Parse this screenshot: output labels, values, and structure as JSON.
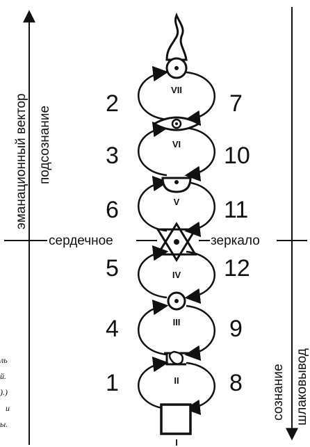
{
  "left_axis": {
    "label_outer": "эманационный вектор",
    "label_inner": "подсознание"
  },
  "right_axis": {
    "label_outer": "сознание",
    "label_inner": "шлаковывод"
  },
  "horizontal_line": {
    "left_word": "сердечное",
    "right_word": "зеркало"
  },
  "chakras": [
    {
      "numeral": "VII",
      "symbol": "crown-flame-icon"
    },
    {
      "numeral": "VI",
      "symbol": "eye-icon"
    },
    {
      "numeral": "V",
      "symbol": "half-eye-icon"
    },
    {
      "numeral": "IV",
      "symbol": "hexagram-icon"
    },
    {
      "numeral": "III",
      "symbol": "dot-circle-icon"
    },
    {
      "numeral": "II",
      "symbol": "loop-icon"
    },
    {
      "numeral": "I",
      "symbol": "square-icon"
    }
  ],
  "left_numbers": [
    "2",
    "3",
    "6",
    "5",
    "4",
    "1"
  ],
  "right_numbers": [
    "7",
    "10",
    "11",
    "12",
    "9",
    "8"
  ],
  "note_fragments": [
    "ль",
    "й.",
    ").)",
    "и",
    "ы."
  ]
}
